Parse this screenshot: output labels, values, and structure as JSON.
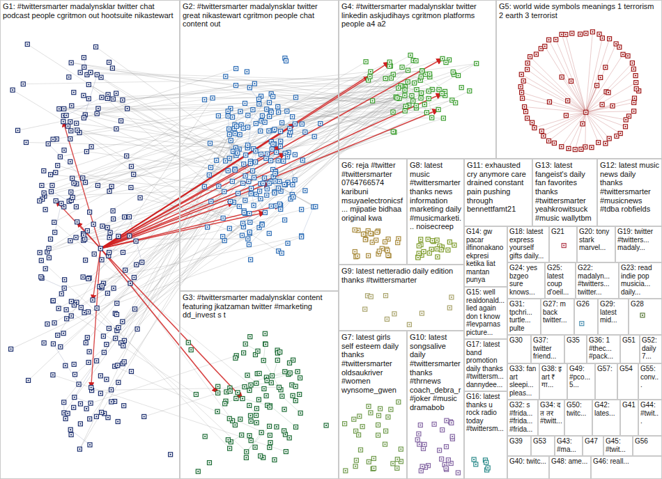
{
  "diagram": {
    "nodes": [
      {
        "text": [
          "G1: #twittersmarter madalynsklar twitter chat podcast people cgritmon out hootsuite nikastewart"
        ]
      },
      {
        "text": [
          "G2: #twittersmarter madalynsklar twitter great nikastewart cgritmon people chat content out"
        ]
      },
      {
        "text": [
          "G3: #twittersmarter madalynsklar content featuring jkatzaman twitter #marketing dd_invest s t"
        ]
      },
      {
        "text": [
          "G4: #twittersmarter madalynsklar twitter linkedin askjudihays cgritmon platforms people a4 a2"
        ]
      },
      {
        "text": [
          "G5: world wide symbols meanings 1 terrorism 2 earth 3 terrorist"
        ]
      },
      {
        "text": [
          "G6: reja #twitter #twittersmarter 0764766574 karibuni msuyaelectronicsf... mjipatie bidhaa original kwa"
        ]
      },
      {
        "text": [
          "G7: latest girls self esteem daily thanks #twittersmarter oldsaukriver #women wynsome_gwen"
        ]
      },
      {
        "text": [
          "G8: latest music #twittersmarter thanks news information marketing daily #musicmarketi... noisecreep"
        ]
      },
      {
        "text": [
          "G9: latest netteradio daily edition thanks #twittersmarter"
        ]
      },
      {
        "text": [
          "G10: latest songsalive daily #twittersmarter thanks #thrnews coach_debra_r #joker #music dramabob"
        ]
      },
      {
        "text": [
          "G11: exhausted cry anymore care drained constant pain pushing through bennettfamt21"
        ]
      },
      {
        "text": [
          "G12: latest music news daily thanks #twittersmarter #musicnews #tdba robfields"
        ]
      },
      {
        "text": [
          "G13: latest fangeist's daily fan favorites thanks #twittersmarter yeahkrowitsuck #music wallytbm"
        ]
      },
      {
        "text": [
          "G14: gw pacar ilfinonakano ekpresi ketika liat mantan punya"
        ]
      },
      {
        "text": [
          "G15: well realdonald... lied again don t know #levparnas picture..."
        ]
      },
      {
        "text": [
          "G16: latest thanks u rock radio today #twittersm..."
        ]
      },
      {
        "text": [
          "G17: latest band promotion daily thanks #twittersm... dannydee..."
        ]
      },
      {
        "text": [
          "G18: latest express yourself gifts daily..."
        ]
      },
      {
        "text": [
          "G19: twitter #twitters... madaly..."
        ]
      },
      {
        "text": [
          "G20: tony stark marvel..."
        ]
      },
      {
        "text": [
          "G21"
        ]
      },
      {
        "text": [
          "G22: madalyn... #twitters... twitter..."
        ]
      },
      {
        "text": [
          "G23: read indie pop musicia... daily..."
        ]
      },
      {
        "text": [
          "G24: yes bzgeo sure knows..."
        ]
      },
      {
        "text": [
          "G25: latest coup d'oeil..."
        ]
      },
      {
        "text": [
          "G26"
        ]
      },
      {
        "text": [
          "G27: m back twitter..."
        ]
      },
      {
        "text": [
          "G28"
        ]
      },
      {
        "text": [
          "G29: latest mid..."
        ]
      },
      {
        "text": [
          "G30"
        ]
      },
      {
        "text": [
          "G31: tpchri... turtle... pulte"
        ]
      },
      {
        "text": [
          "G32: s #frida... #frida... #frida..."
        ]
      },
      {
        "text": [
          "G33: fan art sleepi... pleas..."
        ]
      },
      {
        "text": [
          "G34: द त तर #twitt..."
        ]
      },
      {
        "text": [
          "G35"
        ]
      },
      {
        "text": [
          "G36: 1 #thec... #pack..."
        ]
      },
      {
        "text": [
          "G37: twitter friend..."
        ]
      },
      {
        "text": [
          "G38: इ art ₹ गा..."
        ]
      },
      {
        "text": [
          "G39"
        ]
      },
      {
        "text": [
          "G40: twitc..."
        ]
      },
      {
        "text": [
          "G41"
        ]
      },
      {
        "text": [
          "G42: lates..."
        ]
      },
      {
        "text": [
          "G43: #ma..."
        ]
      },
      {
        "text": [
          "G44: #twit..."
        ]
      },
      {
        "text": [
          "G45: #twit..."
        ]
      },
      {
        "text": [
          "G46: reall..."
        ]
      },
      {
        "text": [
          "G47"
        ]
      },
      {
        "text": [
          "G48: ame..."
        ]
      },
      {
        "text": [
          "G49: #pco... 5..."
        ]
      },
      {
        "text": [
          "G50: twitc..."
        ]
      },
      {
        "text": [
          "G51"
        ]
      },
      {
        "text": [
          "G52: daily 7..."
        ]
      },
      {
        "text": [
          "G53"
        ]
      },
      {
        "text": [
          "G54"
        ]
      },
      {
        "text": [
          "G55: conv..."
        ]
      },
      {
        "text": [
          "G56"
        ]
      },
      {
        "text": [
          "G57:"
        ]
      }
    ]
  }
}
